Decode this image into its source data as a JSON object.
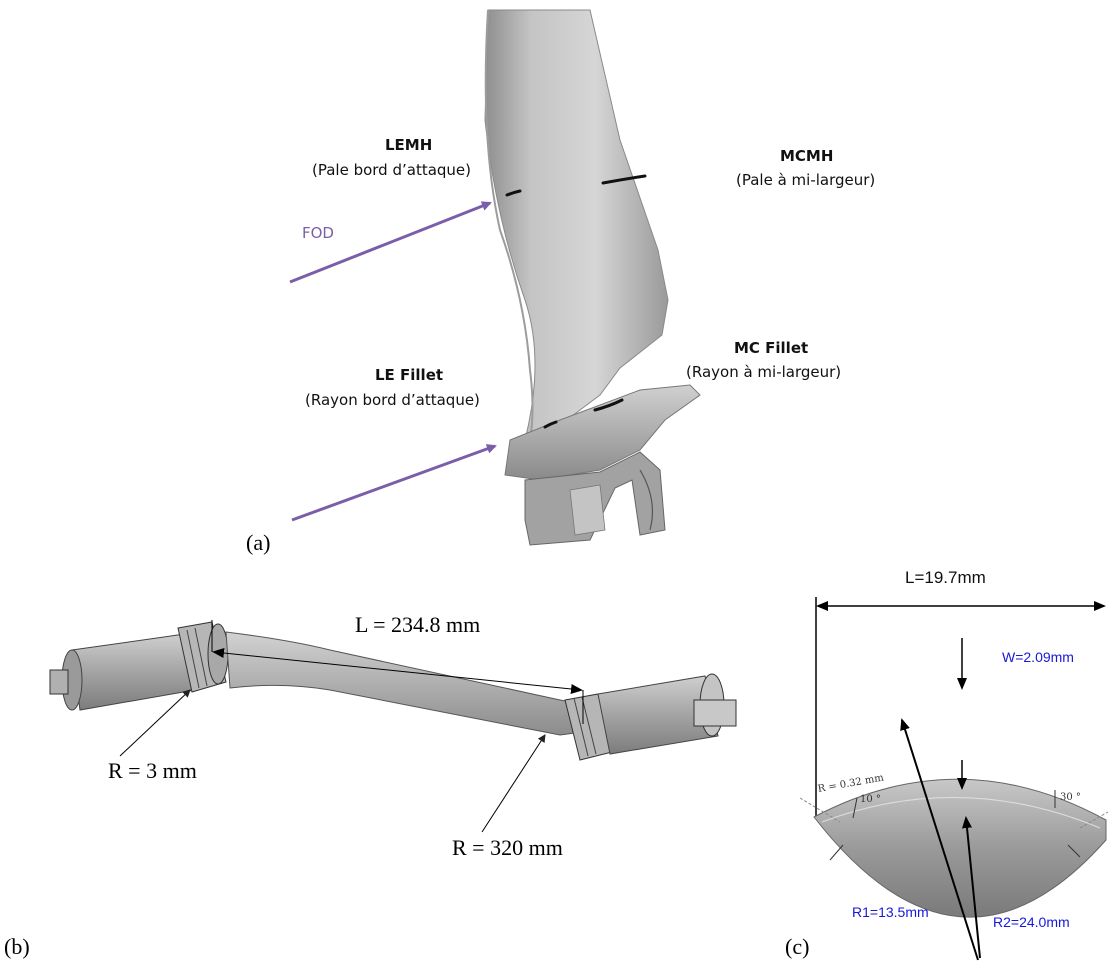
{
  "panel_a": {
    "caption": "(a)",
    "fod_label": "FOD",
    "lemh": {
      "title": "LEMH",
      "subtitle": "(Pale bord d’attaque)"
    },
    "mcmh": {
      "title": "MCMH",
      "subtitle": "(Pale à mi-largeur)"
    },
    "le_fillet": {
      "title": "LE Fillet",
      "subtitle": "(Rayon bord d’attaque)"
    },
    "mc_fillet": {
      "title": "MC Fillet",
      "subtitle": "(Rayon à mi-largeur)"
    }
  },
  "panel_b": {
    "caption": "(b)",
    "length_label": "L = 234.8 mm",
    "radius_small": "R = 3 mm",
    "radius_large": "R = 320 mm"
  },
  "panel_c": {
    "caption": "(c)",
    "length_label": "L=19.7mm",
    "width_label": "W=2.09mm",
    "r_label": "R = 0.32 mm",
    "angle_left": "10 °",
    "angle_right": "30 °",
    "r1_label": "R1=13.5mm",
    "r2_label": "R2=24.0mm"
  },
  "colors": {
    "fod_arrow": "#7b5ea8",
    "dimension_blue": "#1818d8",
    "part_gray": "#b4b4b4"
  }
}
